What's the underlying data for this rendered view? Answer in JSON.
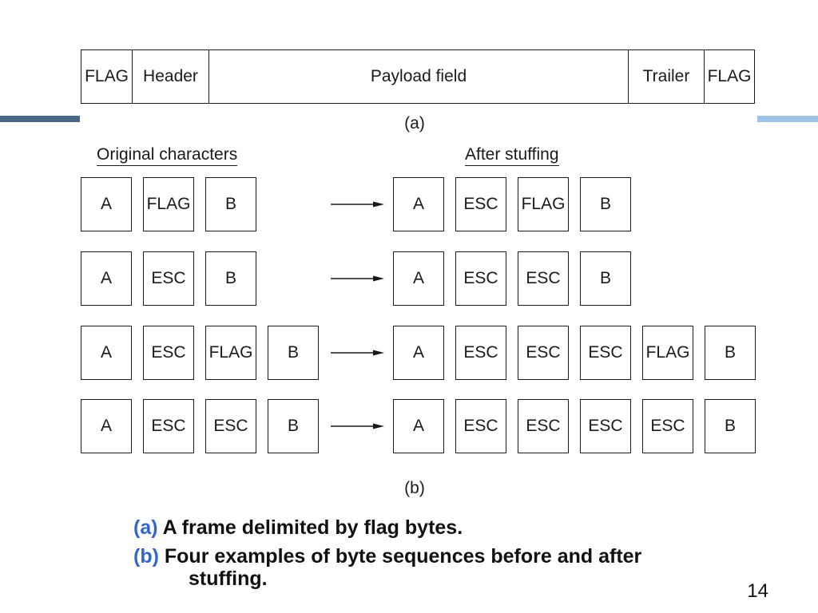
{
  "frame": {
    "cells": [
      "FLAG",
      "Header",
      "Payload field",
      "Trailer",
      "FLAG"
    ],
    "label": "(a)"
  },
  "stuffing": {
    "original_heading": "Original characters",
    "after_heading": "After stuffing",
    "rows": [
      {
        "original": [
          "A",
          "FLAG",
          "B"
        ],
        "after": [
          "A",
          "ESC",
          "FLAG",
          "B"
        ]
      },
      {
        "original": [
          "A",
          "ESC",
          "B"
        ],
        "after": [
          "A",
          "ESC",
          "ESC",
          "B"
        ]
      },
      {
        "original": [
          "A",
          "ESC",
          "FLAG",
          "B"
        ],
        "after": [
          "A",
          "ESC",
          "ESC",
          "ESC",
          "FLAG",
          "B"
        ]
      },
      {
        "original": [
          "A",
          "ESC",
          "ESC",
          "B"
        ],
        "after": [
          "A",
          "ESC",
          "ESC",
          "ESC",
          "ESC",
          "B"
        ]
      }
    ],
    "arrow_icon": "right-arrow",
    "label": "(b)"
  },
  "caption": [
    {
      "marker": "(a)",
      "text": "A frame delimited by flag bytes."
    },
    {
      "marker": "(b)",
      "text": "Four examples of byte sequences before and after stuffing."
    }
  ],
  "page_number": "14",
  "colors": {
    "text": "#1a1a1a",
    "caption_marker": "#3366cc",
    "accent_dark": "#4a6785",
    "accent_light": "#9dc3e6",
    "background": "#ffffff"
  }
}
